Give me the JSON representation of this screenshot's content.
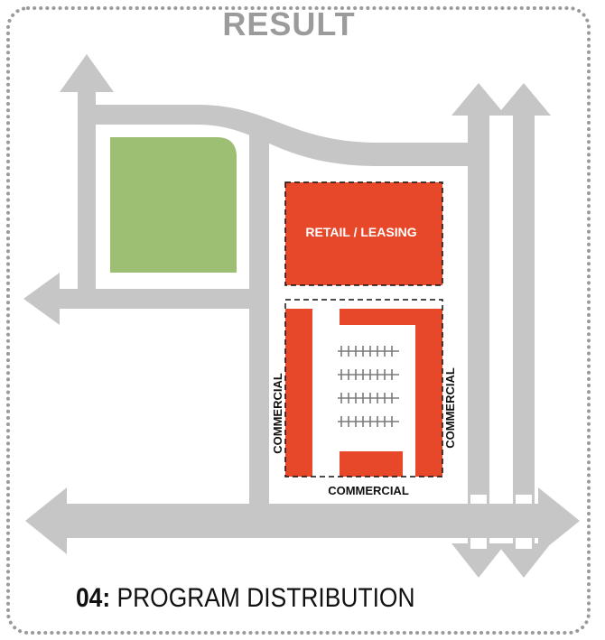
{
  "header": {
    "title": "RESULT"
  },
  "diagram": {
    "retail_label": "RETAIL / LEASING",
    "commercial_left": "COMMERCIAL",
    "commercial_right": "COMMERCIAL",
    "commercial_bottom": "COMMERCIAL",
    "colors": {
      "road": "#c6c6c6",
      "park": "#9cbf73",
      "program": "#e8482a",
      "frame": "#9b9b9b"
    }
  },
  "caption": {
    "number": "04:",
    "text": " PROGRAM DISTRIBUTION"
  }
}
